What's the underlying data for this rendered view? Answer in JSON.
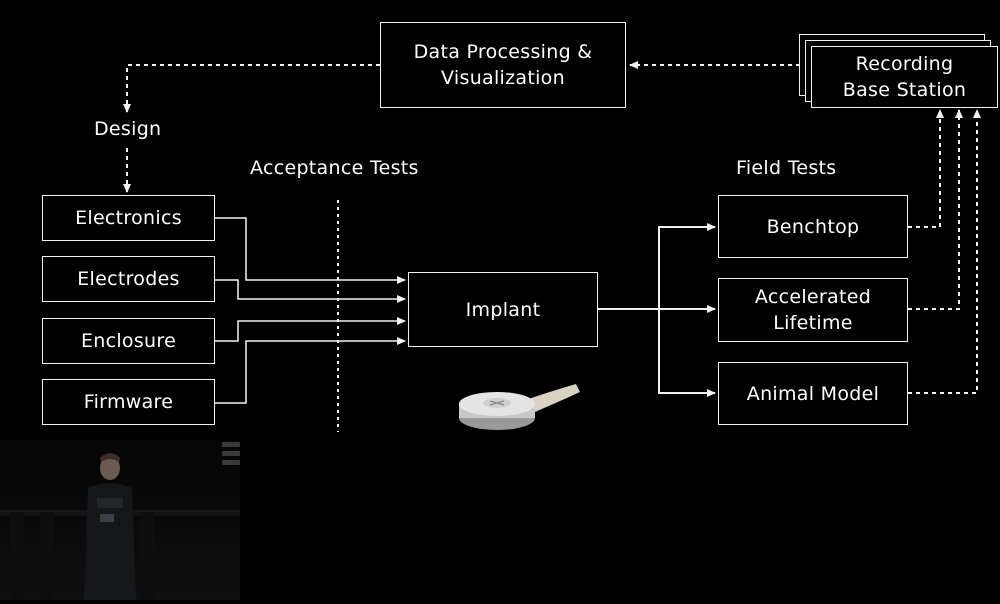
{
  "diagram": {
    "nodes": {
      "data_processing": "Data Processing & Visualization",
      "recording_base": "Recording Base Station",
      "electronics": "Electronics",
      "electrodes": "Electrodes",
      "enclosure": "Enclosure",
      "firmware": "Firmware",
      "implant": "Implant",
      "benchtop": "Benchtop",
      "accelerated_lifetime": "Accelerated Lifetime",
      "animal_model": "Animal Model"
    },
    "labels": {
      "design": "Design",
      "acceptance_tests": "Acceptance Tests",
      "field_tests": "Field Tests"
    },
    "colors": {
      "background": "#000000",
      "line": "#f2f2f2",
      "text": "#ffffff"
    }
  }
}
